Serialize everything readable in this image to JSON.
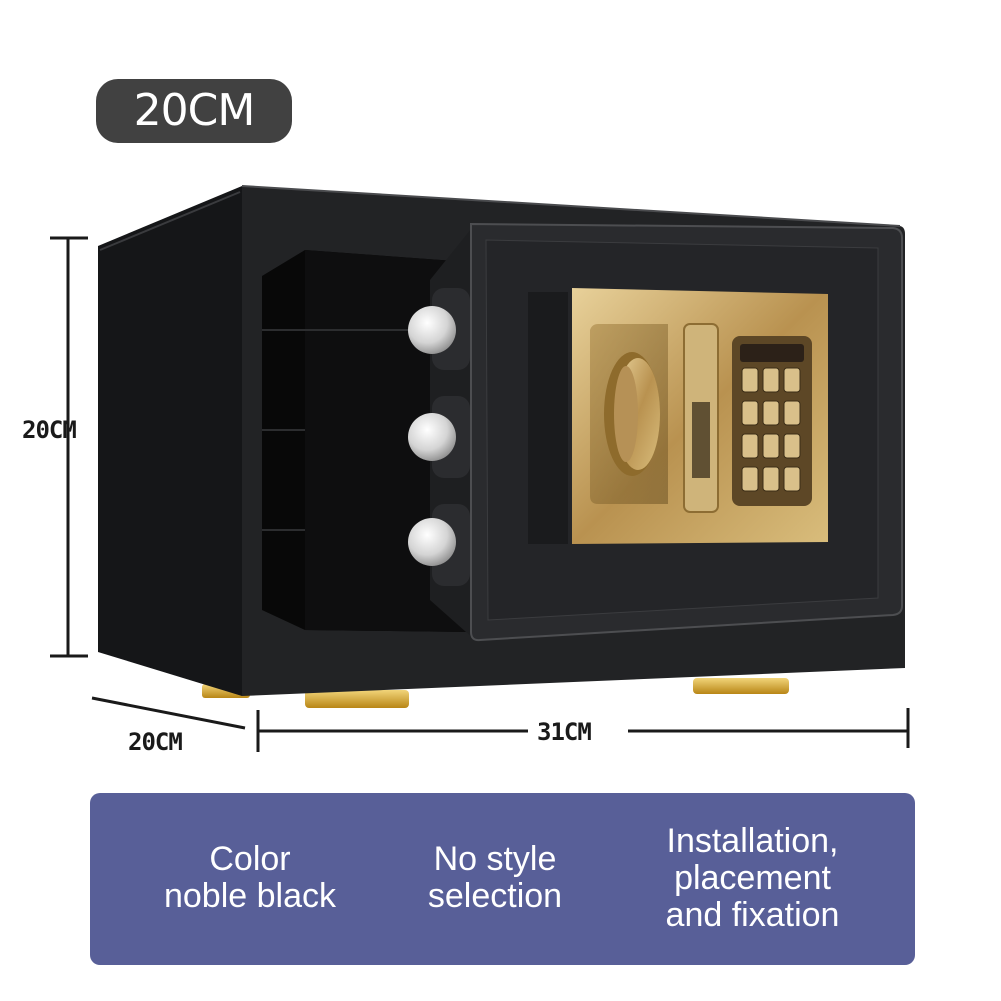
{
  "badge": {
    "text": "20CM"
  },
  "dimensions": {
    "height": "20CM",
    "depth": "20CM",
    "width": "31CM"
  },
  "product": {
    "keypad_keys": [
      "",
      "",
      "",
      "",
      "",
      "",
      "",
      "",
      "",
      "",
      "",
      ""
    ],
    "colors": {
      "body": "#1b1c1e",
      "panel": "#c9a865",
      "badge": "#414141",
      "info_panel": "#585f98"
    }
  },
  "info": {
    "color_lines": [
      "Color",
      "noble black"
    ],
    "style_lines": [
      "No style",
      "selection"
    ],
    "install_lines": [
      "Installation,",
      "placement",
      "and fixation"
    ]
  }
}
